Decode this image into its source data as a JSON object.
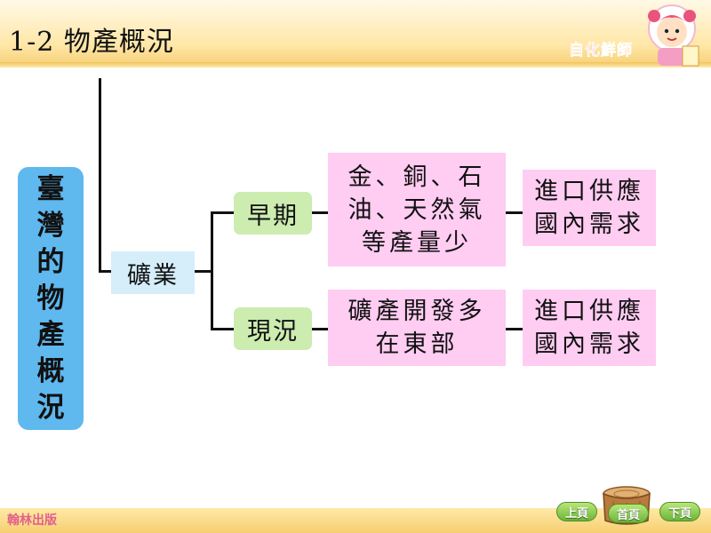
{
  "header": {
    "title": "1-2 物產概況",
    "brand": "自化鮮師",
    "brand_color": "#f06a9c"
  },
  "diagram": {
    "root": "臺灣的物產概況",
    "mining": "礦業",
    "branches": [
      {
        "period": "早期",
        "description": "金、銅、石\n油、天然氣\n等產量少",
        "result": "進口供應\n國內需求"
      },
      {
        "period": "現況",
        "description": "礦產開發多\n在東部",
        "result": "進口供應\n國內需求"
      }
    ],
    "colors": {
      "root": "#5fb8ee",
      "mining": "#d5eefa",
      "period": "#ccecb0",
      "desc": "#ffccf2"
    }
  },
  "footer": {
    "publisher": "翰林出版",
    "nav": {
      "prev": "上頁",
      "home": "首頁",
      "next": "下頁"
    }
  }
}
